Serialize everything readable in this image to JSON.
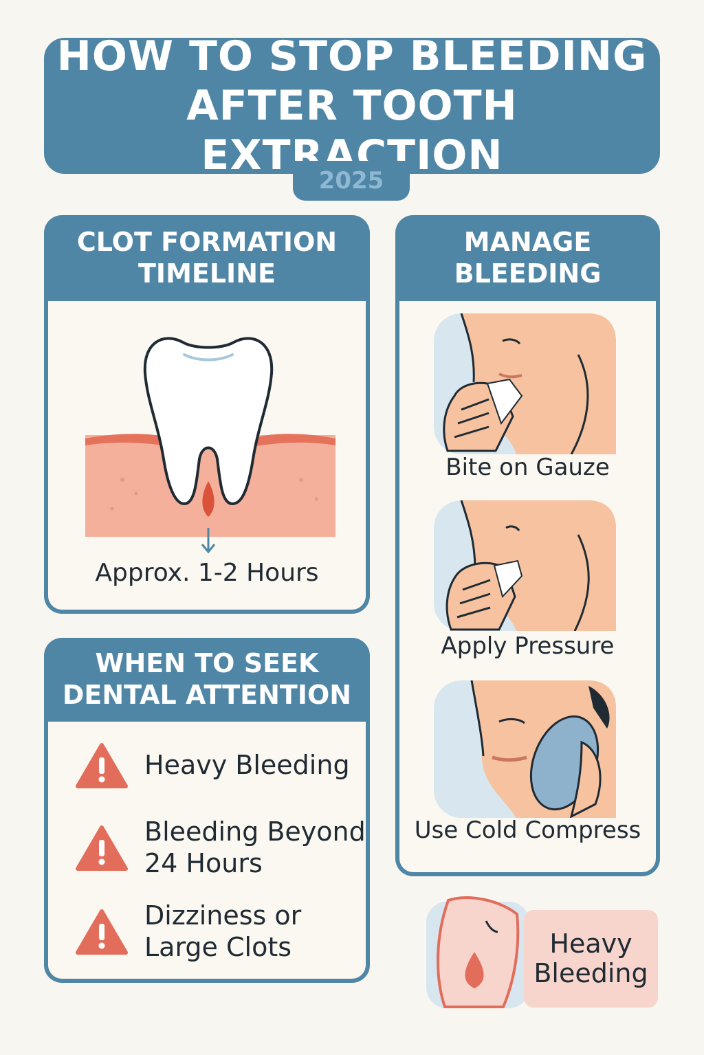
{
  "header": {
    "title_line1": "HOW TO STOP BLEEDING",
    "title_line2": "AFTER TOOTH EXTRACTION",
    "year": "2025"
  },
  "clot_panel": {
    "title_line1": "CLOT FORMATION",
    "title_line2": "TIMELINE",
    "caption": "Approx. 1-2 Hours"
  },
  "seek_panel": {
    "title_line1": "WHEN TO SEEK",
    "title_line2": "DENTAL ATTENTION",
    "items": [
      {
        "line1": "Heavy Bleeding",
        "line2": "",
        "icon": "warning-triangle-icon"
      },
      {
        "line1": "Bleeding Beyond",
        "line2": "24 Hours",
        "icon": "warning-triangle-icon"
      },
      {
        "line1": "Dizziness or",
        "line2": "Large Clots",
        "icon": "warning-triangle-icon"
      }
    ]
  },
  "manage_panel": {
    "title_line1": "MANAGE",
    "title_line2": "BLEEDING",
    "steps": [
      {
        "label": "Bite on Gauze"
      },
      {
        "label": "Apply Pressure"
      },
      {
        "label": "Use Cold Compress"
      }
    ]
  },
  "heavy_card": {
    "line1": "Heavy",
    "line2": "Bleeding"
  },
  "colors": {
    "accent": "#4f86a6",
    "panel_bg": "#fbf8f1",
    "warning": "#e26d5a",
    "gum": "#f4b09b",
    "skin": "#f6c2a0"
  }
}
